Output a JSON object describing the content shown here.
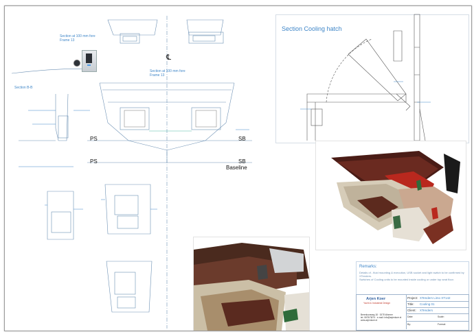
{
  "drawing": {
    "section_cooling_hatch": "Section Cooling hatch",
    "section_frame_top": {
      "line1": "Section at 100 mm fore",
      "line2": "Frame 13"
    },
    "section_frame_mid": {
      "line1": "Section at 100 mm fore",
      "line2": "Frame 13"
    },
    "section_bb": "Section B-B",
    "centerline_symbol": "℄",
    "ps_upper": "PS",
    "sb_upper": "SB",
    "ps_lower": "PS",
    "sb_lower": "SB",
    "baseline": "Baseline"
  },
  "remarks": {
    "title": "Remarks:",
    "line1": "Details of - fluid mounting & execution, USB socket and light switch to be confirmed by",
    "line2": "XTenders.",
    "line3": "Switches of Cooling units to be mounted inside cooling or under top seat floor."
  },
  "title_block": {
    "company": "Arjen Koer",
    "tagline": "Yacht & Industrial Design",
    "address": "Berenloonweg 18 · 1575 Wormer",
    "phone": "tel. 0675/78/74 · e-mail: info@arjenkoer.nl",
    "web": "www.arjenkoer.nl",
    "project_label": "Project:",
    "project_value": "XTenders Limo XT142",
    "title_label": "Title:",
    "title_value": "Cooling 01",
    "client_label": "Client:",
    "client_value": "XTenders",
    "date_label": "Date:",
    "scale_label": "Scale:",
    "by_label": "By:",
    "format_label": "Format:"
  },
  "colors": {
    "line_blue": "#3f86c8",
    "wood": "#5a2a1f",
    "beige": "#c9b89a",
    "cream": "#e8e1d2"
  }
}
